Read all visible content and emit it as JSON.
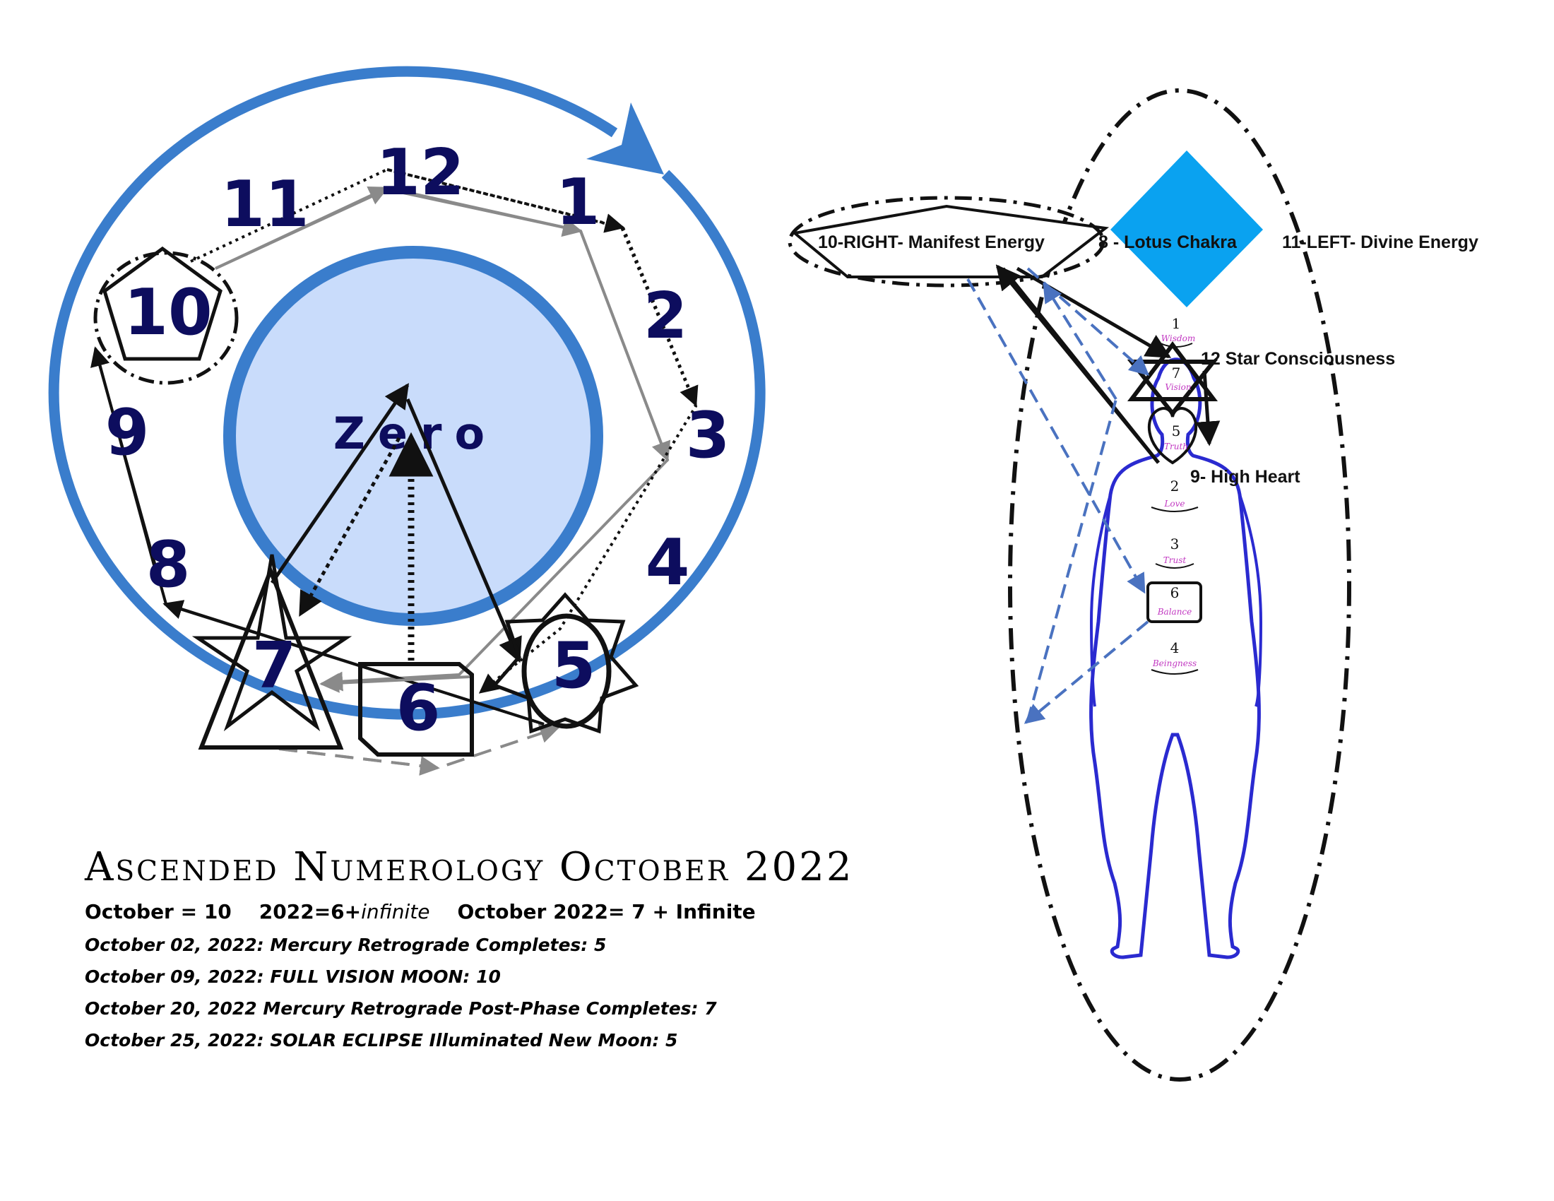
{
  "wheel": {
    "center_label": "Zero",
    "numbers": [
      "12",
      "1",
      "2",
      "3",
      "4",
      "5",
      "6",
      "7",
      "8",
      "9",
      "10",
      "11"
    ]
  },
  "body_chart": {
    "labels": {
      "right_energy": "10-RIGHT- Manifest Energy",
      "lotus": "8 - Lotus Chakra",
      "left_energy": "11-LEFT- Divine Energy",
      "star": "12  Star Consciousness",
      "high_heart": "9- High Heart"
    },
    "chakras": [
      {
        "num": "1",
        "word": "Wisdom"
      },
      {
        "num": "7",
        "word": "Vision"
      },
      {
        "num": "5",
        "word": "Truth"
      },
      {
        "num": "2",
        "word": "Love"
      },
      {
        "num": "3",
        "word": "Trust"
      },
      {
        "num": "6",
        "word": "Balance"
      },
      {
        "num": "4",
        "word": "Beingness"
      }
    ]
  },
  "text": {
    "title": "Ascended Numerology October 2022",
    "summary_a": "October = 10    2022=6+",
    "summary_infinite": "infinite",
    "summary_b": "    October 2022= 7 + Infinite",
    "events": [
      "October 02, 2022: Mercury Retrograde Completes:  5",
      "October 09, 2022:  FULL VISION MOON:  10",
      "October 20, 2022 Mercury Retrograde Post-Phase Completes:  7",
      "October 25, 2022: SOLAR ECLIPSE Illuminated New Moon:  5"
    ]
  },
  "colors": {
    "ring_blue": "#3a7dcc",
    "center_fill": "#c9dcfb",
    "number_navy": "#0d0d5e",
    "diamond": "#0aa2f0",
    "body_outline": "#2a2ad0",
    "dashed_blue": "#4a72c0"
  }
}
